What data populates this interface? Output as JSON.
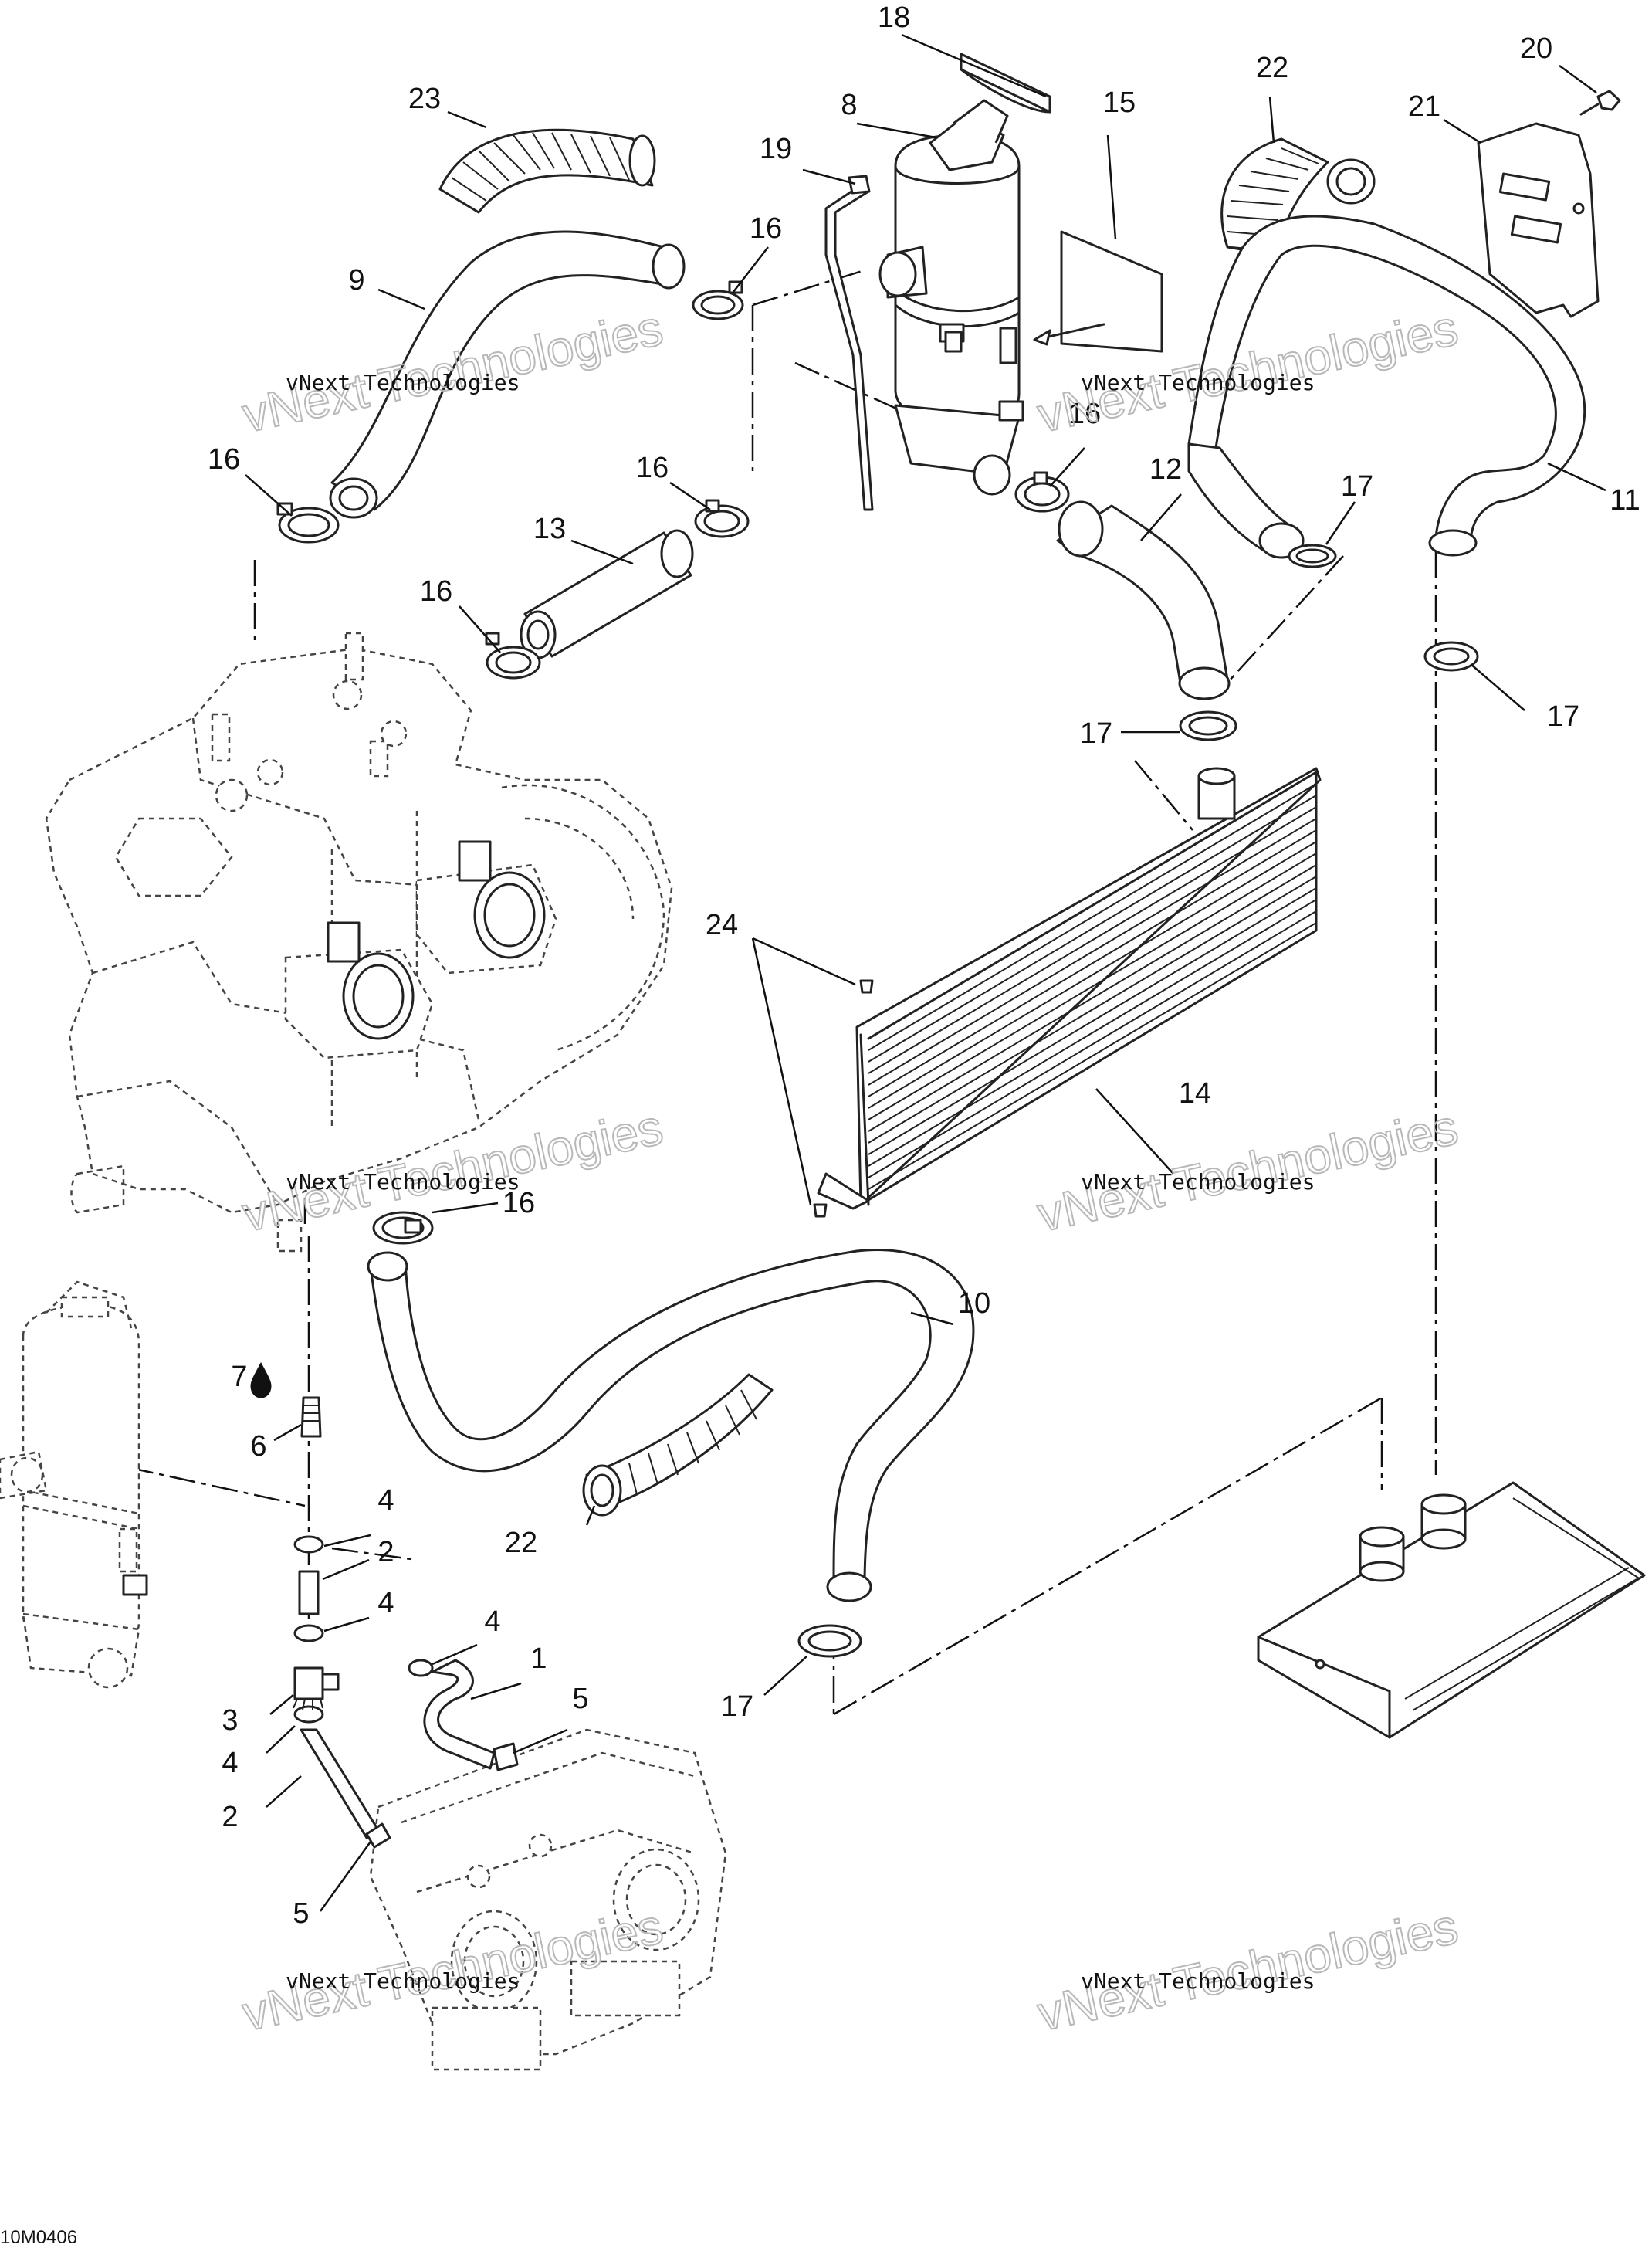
{
  "figure_id": "10M0406",
  "watermark": {
    "line1": "vNext Technologies",
    "line2": "vNext Technologies"
  },
  "callouts": {
    "c1": "1",
    "c2a": "2",
    "c2b": "2",
    "c3": "3",
    "c4a": "4",
    "c4b": "4",
    "c4c": "4",
    "c4d": "4",
    "c5a": "5",
    "c5b": "5",
    "c6": "6",
    "c7": "7",
    "c8": "8",
    "c9": "9",
    "c10": "10",
    "c11": "11",
    "c12": "12",
    "c13": "13",
    "c14": "14",
    "c15": "15",
    "c16a": "16",
    "c16b": "16",
    "c16c": "16",
    "c16d": "16",
    "c16e": "16",
    "c16f": "16",
    "c17a": "17",
    "c17b": "17",
    "c17c": "17",
    "c17d": "17",
    "c18": "18",
    "c19": "19",
    "c20": "20",
    "c21": "21",
    "c22a": "22",
    "c22b": "22",
    "c23": "23",
    "c24": "24"
  },
  "icons": {
    "oil_drop": "oil-drop-icon"
  }
}
